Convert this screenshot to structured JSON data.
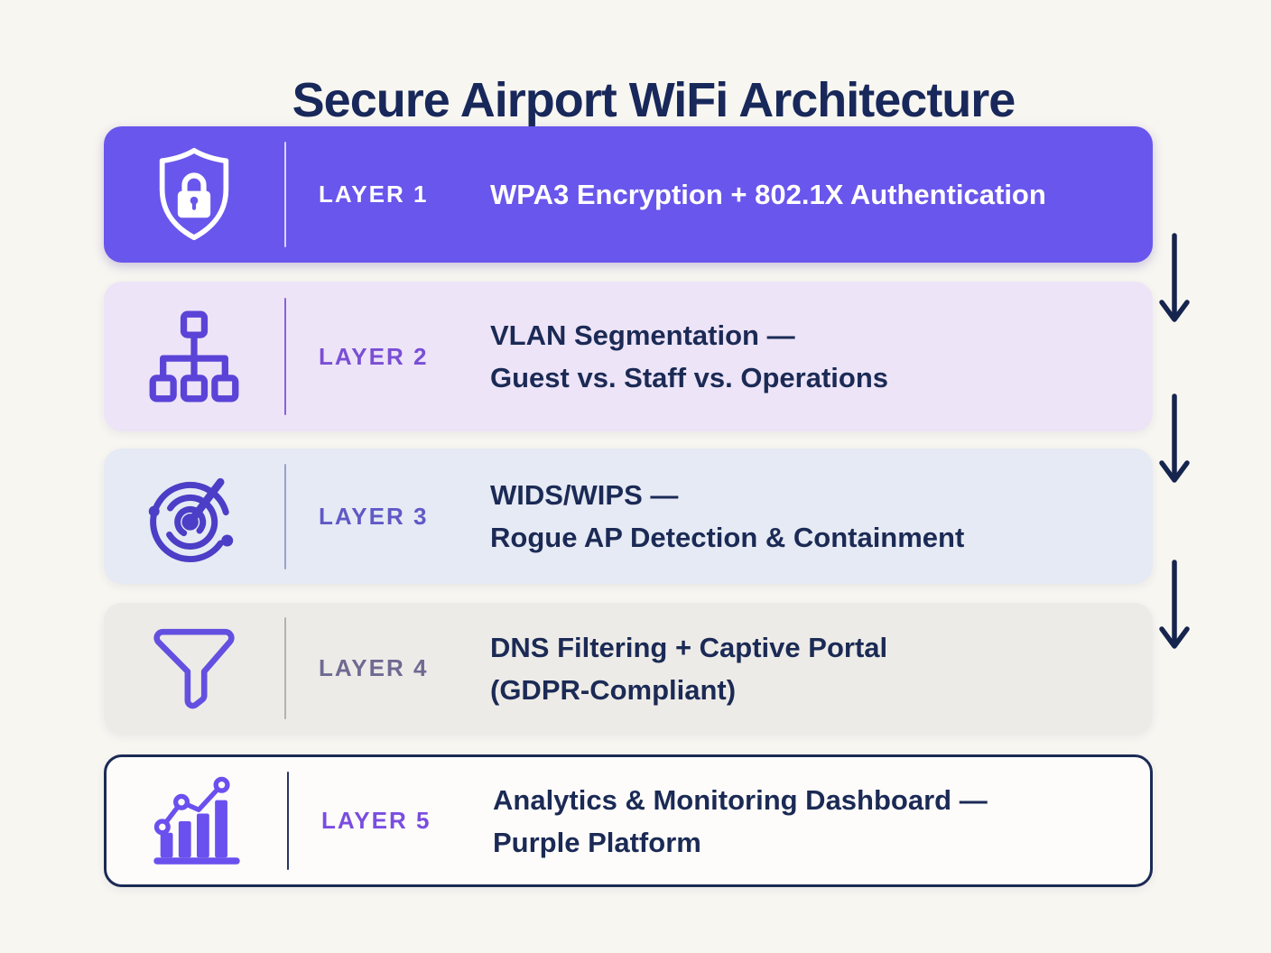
{
  "page_title": "Secure Airport WiFi Architecture",
  "palette": {
    "page_bg": "#F8F6F1",
    "title_color": "#18285A",
    "arrow_color": "#16254E",
    "card_text_navy": "#1B2A55",
    "brand_purple": "#6956EC"
  },
  "layers": [
    {
      "label": "LAYER 1",
      "title_line1": "WPA3 Encryption + 802.1X Authentication",
      "title_line2": "",
      "icon": "shield-lock-icon",
      "bg": "#6956EC",
      "label_color": "#FFFFFF",
      "text_color": "#FFFFFF",
      "divider_color": "rgba(255,255,255,0.75)",
      "icon_color": "#FFFFFF"
    },
    {
      "label": "LAYER 2",
      "title_line1": "VLAN Segmentation —",
      "title_line2": "Guest vs. Staff vs. Operations",
      "icon": "network-tree-icon",
      "bg": "#EDE4F8",
      "label_color": "#7A4FD4",
      "text_color": "#1B2A55",
      "divider_color": "#8A63D6",
      "icon_color": "#5A43D6"
    },
    {
      "label": "LAYER 3",
      "title_line1": "WIDS/WIPS —",
      "title_line2": "Rogue AP Detection & Containment",
      "icon": "radar-icon",
      "bg": "#E6EAF4",
      "label_color": "#6159C6",
      "text_color": "#1B2A55",
      "divider_color": "#9BA0CC",
      "icon_color": "#4C3EC6"
    },
    {
      "label": "LAYER 4",
      "title_line1": "DNS Filtering + Captive Portal",
      "title_line2": "(GDPR-Compliant)",
      "icon": "funnel-icon",
      "bg": "#EDEBE7",
      "label_color": "#6F6A92",
      "text_color": "#1B2A55",
      "divider_color": "#B5B2AD",
      "icon_color": "#6350E0"
    },
    {
      "label": "LAYER 5",
      "title_line1": "Analytics & Monitoring Dashboard —",
      "title_line2": "Purple Platform",
      "icon": "bar-chart-trend-icon",
      "bg": "#FDFCFA",
      "label_color": "#7A4DE0",
      "text_color": "#1B2A55",
      "divider_color": "#2A3560",
      "icon_color": "#6A50EE",
      "border": "3px solid #1B2A55"
    }
  ],
  "arrows": [
    {
      "name": "down-arrow-1"
    },
    {
      "name": "down-arrow-2"
    },
    {
      "name": "down-arrow-3"
    }
  ]
}
